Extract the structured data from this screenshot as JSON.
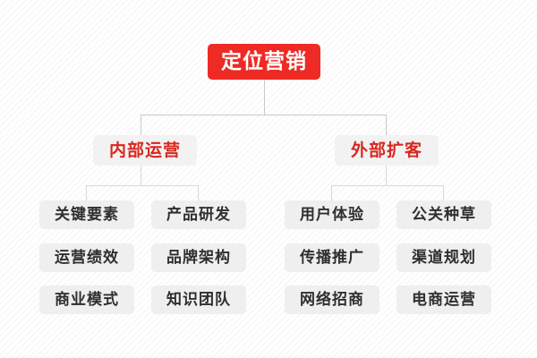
{
  "diagram": {
    "type": "organizational-tree",
    "background": "#ffffff",
    "stripe_color": "rgba(0,0,0,0.045)",
    "colors": {
      "root_fill": "#ee2a24",
      "root_text": "#ffffff",
      "branch_fill": "#f2f2f2",
      "branch_text": "#d6281f",
      "leaf_fill": "#efefef",
      "leaf_text": "#2f2f2f",
      "connector": "#c9c9c9",
      "connector_light": "#d8d8d8"
    },
    "root": {
      "label": "定位营销"
    },
    "branches": [
      {
        "label": "内部运营",
        "leaves": [
          {
            "label": "关键要素"
          },
          {
            "label": "产品研发"
          },
          {
            "label": "运营绩效"
          },
          {
            "label": "品牌架构"
          },
          {
            "label": "商业模式"
          },
          {
            "label": "知识团队"
          }
        ]
      },
      {
        "label": "外部扩客",
        "leaves": [
          {
            "label": "用户体验"
          },
          {
            "label": "公关种草"
          },
          {
            "label": "传播推广"
          },
          {
            "label": "渠道规划"
          },
          {
            "label": "网络招商"
          },
          {
            "label": "电商运营"
          }
        ]
      }
    ]
  }
}
